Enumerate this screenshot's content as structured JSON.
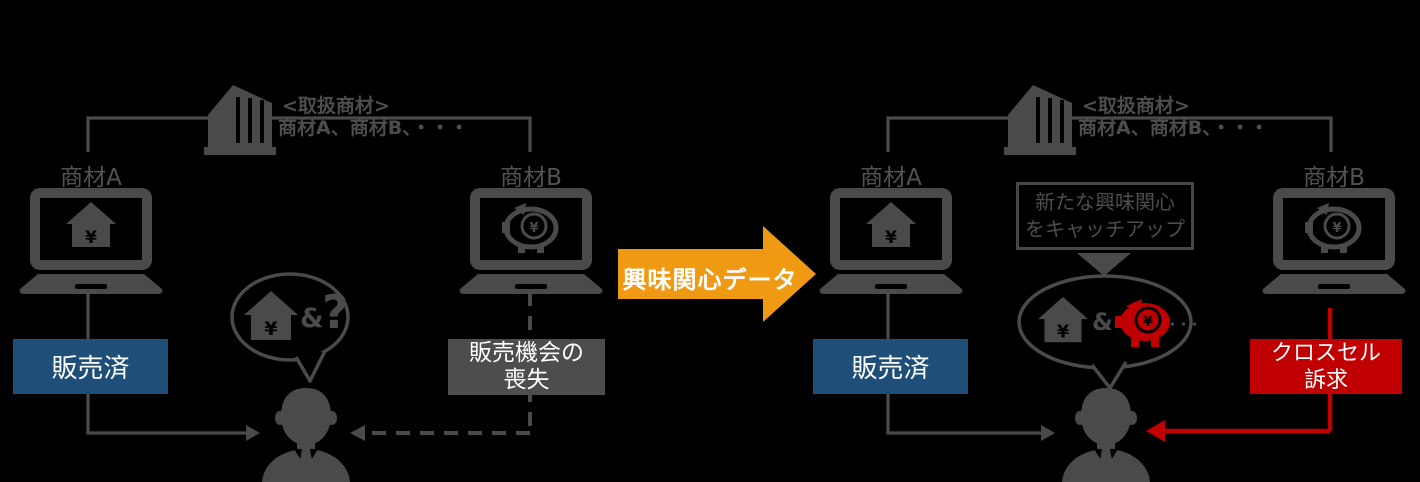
{
  "colors": {
    "bg": "#000000",
    "shape_gray": "#4a4a4a",
    "box_gray": "#4d4d4d",
    "blue": "#1f4e79",
    "red": "#c00000",
    "orange": "#f09913",
    "white": "#ffffff"
  },
  "glyphs": {
    "yen": "¥",
    "amp": "&",
    "question": "?",
    "dots": "・・・"
  },
  "center_arrow": {
    "label": "興味関心データ"
  },
  "left": {
    "vendor_heading": "<取扱商材>",
    "vendor_products": "商材A、商材B、・・・",
    "product_a_label": "商材A",
    "product_b_label": "商材B",
    "sold_label": "販売済",
    "lost_line1": "販売機会の",
    "lost_line2": "喪失"
  },
  "right": {
    "vendor_heading": "<取扱商材>",
    "vendor_products": "商材A、商材B、・・・",
    "product_a_label": "商材A",
    "product_b_label": "商材B",
    "sold_label": "販売済",
    "catchup_line1": "新たな興味関心",
    "catchup_line2": "をキャッチアップ",
    "crosssell_line1": "クロスセル",
    "crosssell_line2": "訴求"
  }
}
